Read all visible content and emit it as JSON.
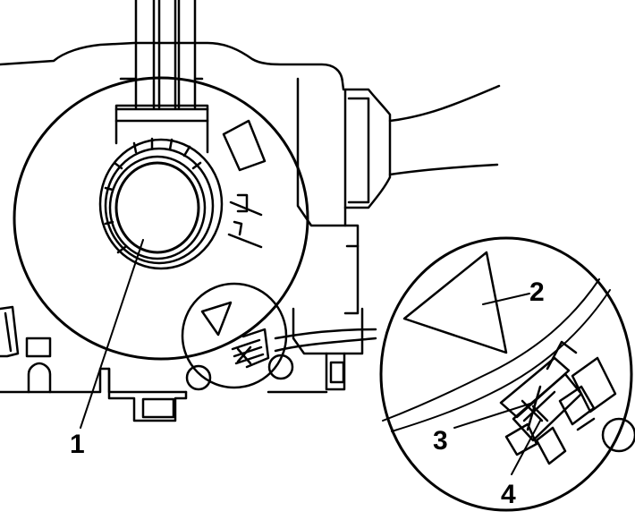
{
  "callouts": [
    {
      "id": "1",
      "label": "1"
    },
    {
      "id": "2",
      "label": "2"
    },
    {
      "id": "3",
      "label": "3"
    },
    {
      "id": "4",
      "label": "4"
    }
  ],
  "colors": {
    "stroke": "#000000",
    "background": "#ffffff"
  }
}
